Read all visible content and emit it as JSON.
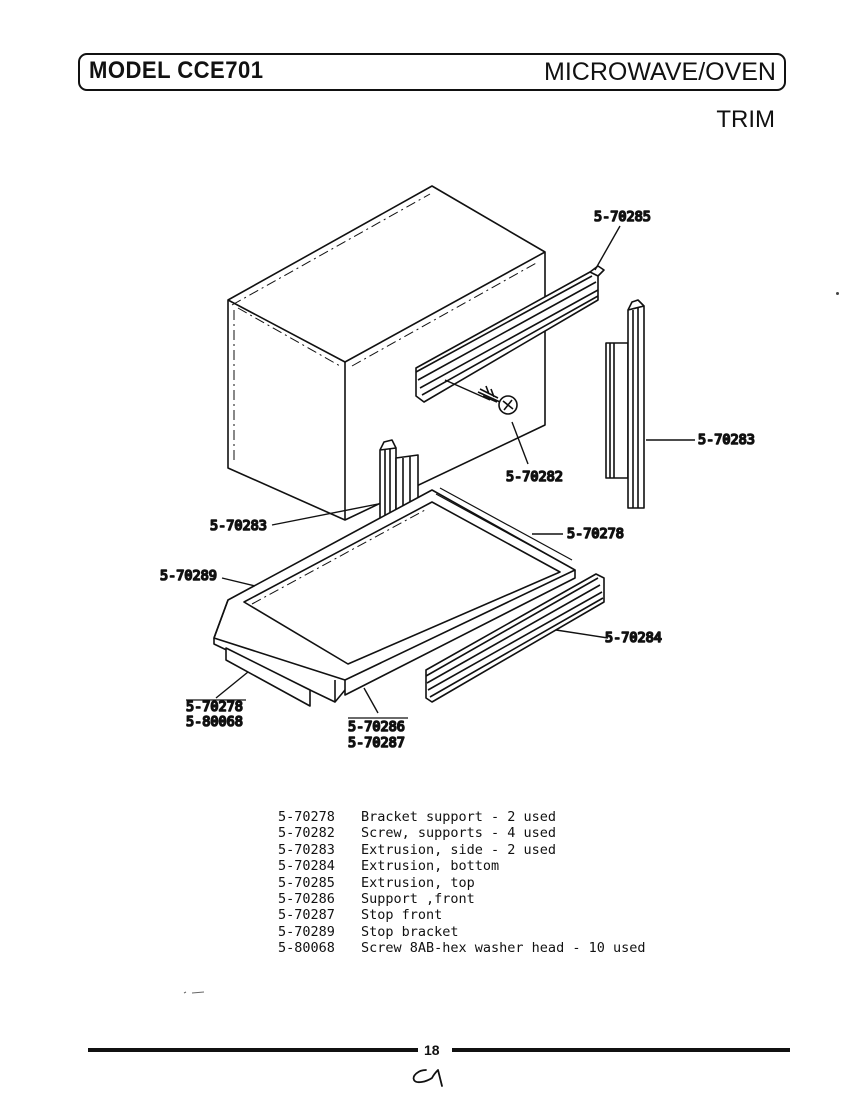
{
  "header": {
    "model": "MODEL CCE701",
    "product": "MICROWAVE/OVEN",
    "section": "TRIM"
  },
  "diagram": {
    "callouts": {
      "extrusion_top": "5-70285",
      "extrusion_side_right": "5-70283",
      "screw_support": "5-70282",
      "extrusion_side_left": "5-70283",
      "bracket_support_right": "5-70278",
      "stop_bracket": "5-70289",
      "extrusion_bottom": "5-70284",
      "bracket_support_left_1": "5-70278",
      "bracket_support_left_2": "5-80068",
      "support_front_1": "5-70286",
      "support_front_2": "5-70287"
    }
  },
  "parts": [
    {
      "number": "5-70278",
      "description": "Bracket support - 2 used"
    },
    {
      "number": "5-70282",
      "description": "Screw, supports - 4 used"
    },
    {
      "number": "5-70283",
      "description": "Extrusion, side - 2 used"
    },
    {
      "number": "5-70284",
      "description": "Extrusion, bottom"
    },
    {
      "number": "5-70285",
      "description": "Extrusion, top"
    },
    {
      "number": "5-70286",
      "description": "Support ,front"
    },
    {
      "number": "5-70287",
      "description": "Stop front"
    },
    {
      "number": "5-70289",
      "description": "Stop bracket"
    },
    {
      "number": "5-80068",
      "description": "Screw 8AB-hex washer head - 10 used"
    }
  ],
  "footer": {
    "page_number": "18"
  }
}
